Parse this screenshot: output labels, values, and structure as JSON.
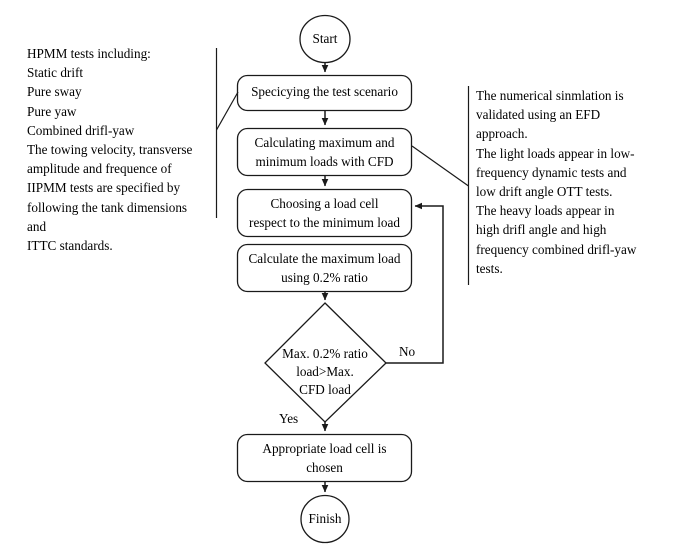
{
  "diagram": {
    "title": "Load cell selection procedure flowchart",
    "stroke_color": "#1a1a1a",
    "background_color": "#ffffff",
    "notes": {
      "left": "HPMM tests including:\nStatic drift\nPure sway\nPure yaw\nCombined drifl-yaw\nThe towing velocity, transverse\namplitude and frequence of\nIIPMM tests are specified by\nfollowing the tank dimensions and\nITTC standards.",
      "right": "The numerical sinmlation is\nvalidated using an EFD\napproach.\nThe light loads appear in low-\nfrequency dynamic tests and\nlow drift angle OTT tests.\nThe heavy loads appear in\nhigh drifl angle and high\nfrequency combined drifl-yaw\ntests."
    },
    "nodes": {
      "start": "Start",
      "step1": "Specicying the test scenario",
      "step2": "Calculating maximum and\nminimum loads with CFD",
      "step3": "Choosing a load cell\nrespect to the minimum load",
      "step4": "Calculate the maximum load\nusing 0.2% ratio",
      "decision": "Max. 0.2% ratio\nload>Max.\nCFD load",
      "step5": "Appropriate load cell is\nchosen",
      "finish": "Finish"
    },
    "edge_labels": {
      "no": "No",
      "yes": "Yes"
    }
  }
}
